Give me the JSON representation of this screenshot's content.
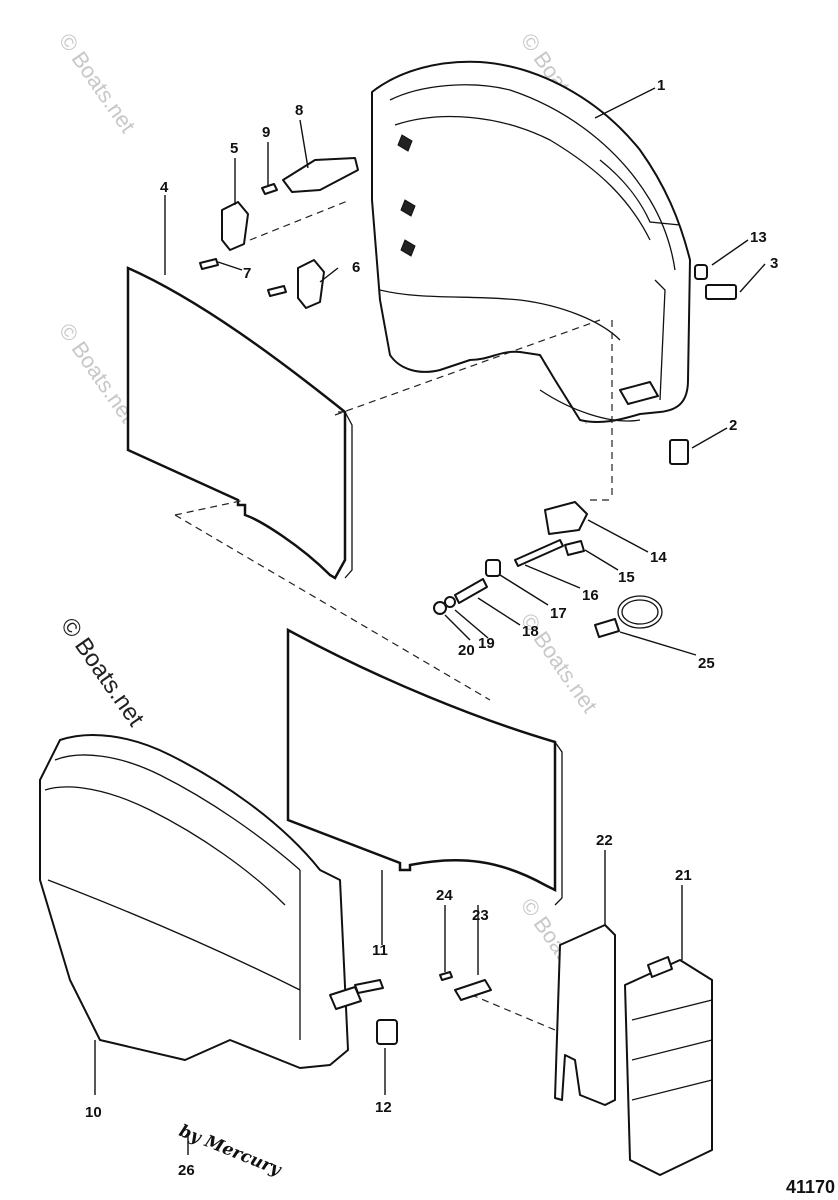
{
  "watermark": {
    "text": "© Boats.net"
  },
  "signature": {
    "text": "by Mercury"
  },
  "figure_ref": "41170",
  "callouts": {
    "c1": "1",
    "c2": "2",
    "c3": "3",
    "c4": "4",
    "c5": "5",
    "c6": "6",
    "c7": "7",
    "c8": "8",
    "c9": "9",
    "c10": "10",
    "c11": "11",
    "c12": "12",
    "c13": "13",
    "c14": "14",
    "c15": "15",
    "c16": "16",
    "c17": "17",
    "c18": "18",
    "c19": "19",
    "c20": "20",
    "c21": "21",
    "c22": "22",
    "c23": "23",
    "c24": "24",
    "c25": "25",
    "c26": "26"
  }
}
